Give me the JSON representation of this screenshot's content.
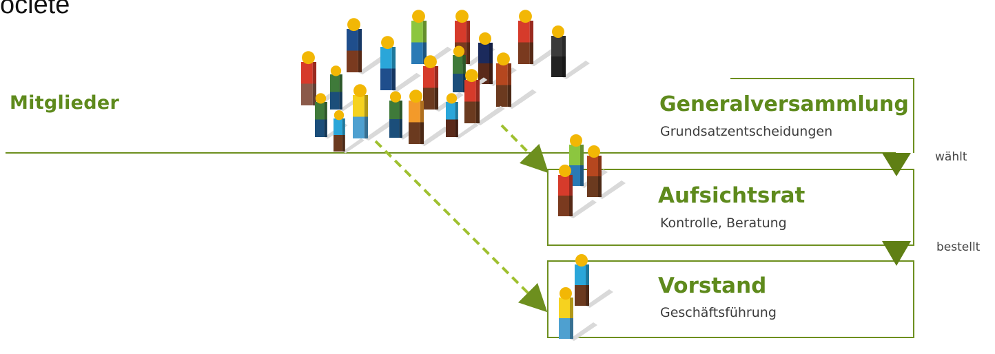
{
  "fragment_text": "ociete",
  "members_label": "Mitglieder",
  "boxes": {
    "generalversammlung": {
      "title": "Generalversammlung",
      "subtitle": "Grundsatzentscheidungen"
    },
    "aufsichtsrat": {
      "title": "Aufsichtsrat",
      "subtitle": "Kontrolle, Beratung"
    },
    "vorstand": {
      "title": "Vorstand",
      "subtitle": "Geschäftsführung"
    }
  },
  "relations": {
    "elects": "wählt",
    "appoints": "bestellt"
  },
  "colors": {
    "line_green": "#6d8f1e",
    "dash_green": "#9fc02f",
    "label_green": "#5e8a1c",
    "head_gold": "#f2b705"
  }
}
